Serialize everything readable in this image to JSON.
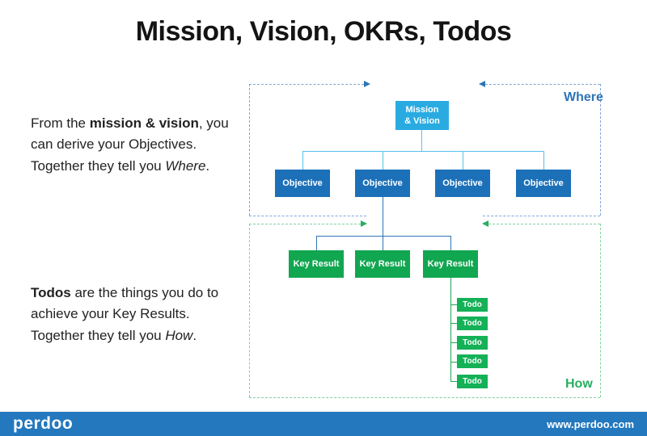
{
  "slide": {
    "title": "Mission, Vision, OKRs, Todos"
  },
  "left_text": {
    "block1": {
      "line1_pre": "From the ",
      "line1_bold": "mission & vision",
      "line1_post": ", you",
      "line2": "can derive your Objectives.",
      "line3_pre": "Together they tell you ",
      "line3_italic": "Where",
      "line3_post": "."
    },
    "block2": {
      "line1_bold": "Todos",
      "line1_post": " are the things you do to",
      "line2": "achieve your Key Results.",
      "line3_pre": "Together they tell you ",
      "line3_italic": "How",
      "line3_post": "."
    }
  },
  "diagram": {
    "where_label": "Where",
    "how_label": "How",
    "mission_box": {
      "line1": "Mission",
      "line2": "& Vision"
    },
    "objectives": [
      {
        "label": "Objective"
      },
      {
        "label": "Objective"
      },
      {
        "label": "Objective"
      },
      {
        "label": "Objective"
      }
    ],
    "key_results": [
      {
        "label": "Key Result"
      },
      {
        "label": "Key Result"
      },
      {
        "label": "Key Result"
      }
    ],
    "todos": [
      {
        "label": "Todo"
      },
      {
        "label": "Todo"
      },
      {
        "label": "Todo"
      },
      {
        "label": "Todo"
      },
      {
        "label": "Todo"
      }
    ],
    "colors": {
      "mission_fill": "#29ABE2",
      "objective_fill": "#1C70B8",
      "key_result_fill": "#11A650",
      "todo_fill": "#14B157",
      "where_accent": "#2E75B6",
      "how_accent": "#27AE60",
      "blue_dash": "#7EA6D9",
      "green_dash": "#7FD0A0"
    }
  },
  "footer": {
    "logo": "perdoo",
    "url": "www.perdoo.com"
  }
}
